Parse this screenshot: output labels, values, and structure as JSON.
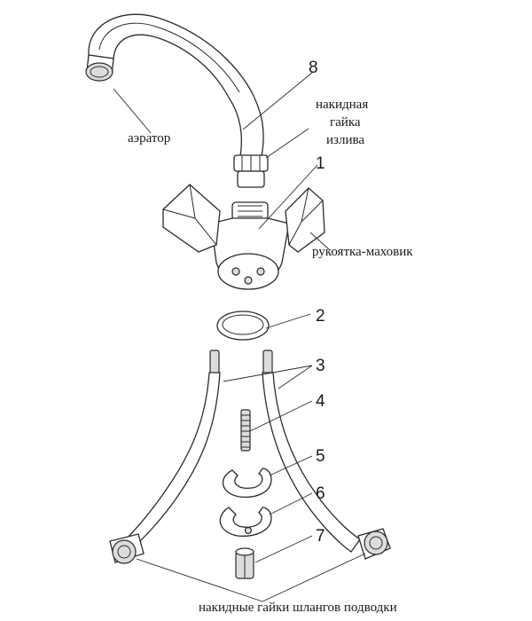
{
  "labels": {
    "aerator": "аэратор",
    "spout_nut_1": "накидная",
    "spout_nut_2": "гайка",
    "spout_nut_3": "излива",
    "handle": "рукоятка-маховик",
    "hose_nuts": "накидные гайки шлангов подводки"
  },
  "numbers": {
    "n1": "1",
    "n2": "2",
    "n3": "3",
    "n4": "4",
    "n5": "5",
    "n6": "6",
    "n7": "7",
    "n8": "8"
  }
}
